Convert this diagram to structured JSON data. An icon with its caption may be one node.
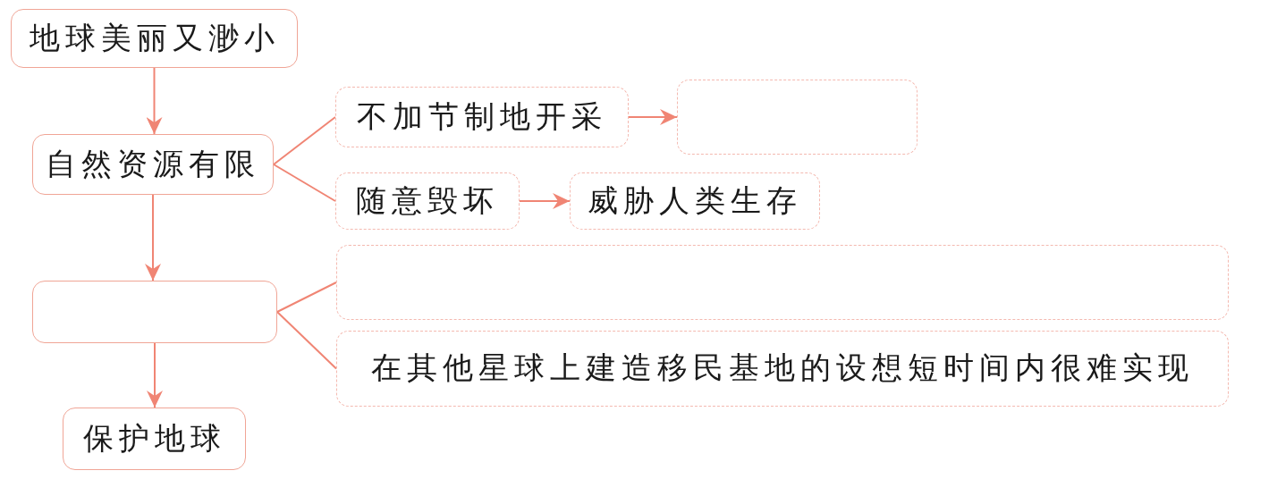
{
  "diagram": {
    "nodes": [
      {
        "text": [
          "地球美丽又渺小"
        ]
      },
      {
        "text": [
          "自然资源有限"
        ]
      },
      {
        "text": [
          "不加节制地开采"
        ]
      },
      {
        "text": [],
        "shape": "box"
      },
      {
        "text": [
          "随意毁坏"
        ]
      },
      {
        "text": [
          "威胁人类生存"
        ]
      },
      {
        "text": [],
        "shape": "box"
      },
      {
        "text": [],
        "shape": "box"
      },
      {
        "text": [
          "在其他星球上建造移民基地的设想短时间内很难实现"
        ]
      },
      {
        "text": [
          "保护地球"
        ]
      }
    ],
    "edges": [
      {
        "from": 0,
        "to": 1,
        "arrow": "to"
      },
      {
        "from": 1,
        "to": 2,
        "arrow": "none"
      },
      {
        "from": 1,
        "to": 4,
        "arrow": "none"
      },
      {
        "from": 2,
        "to": 3,
        "arrow": "to"
      },
      {
        "from": 4,
        "to": 5,
        "arrow": "to"
      },
      {
        "from": 1,
        "to": 6,
        "arrow": "to"
      },
      {
        "from": 6,
        "to": 7,
        "arrow": "none"
      },
      {
        "from": 6,
        "to": 8,
        "arrow": "none"
      },
      {
        "from": 6,
        "to": 9,
        "arrow": "to"
      }
    ]
  }
}
